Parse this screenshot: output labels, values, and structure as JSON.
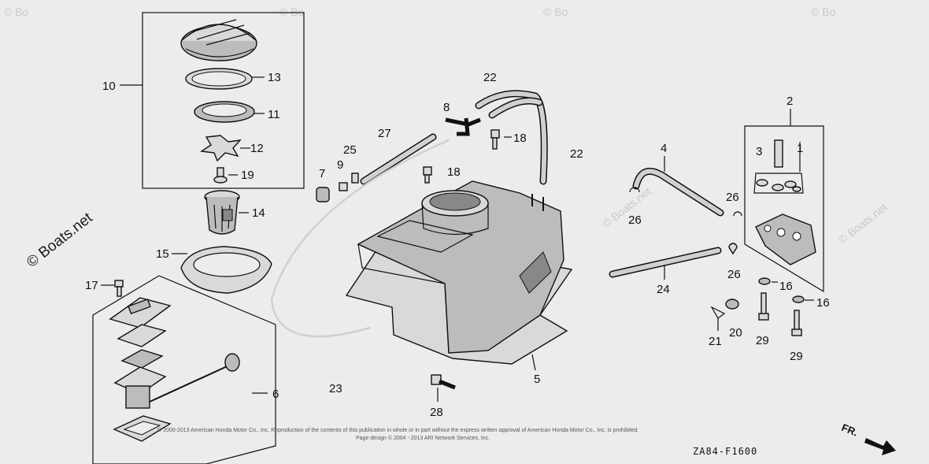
{
  "watermarks": {
    "side": "© Boats.net",
    "right": "© Boats.net",
    "top_repeat": "© Bo"
  },
  "copyright_line1": "© 2000-2013 American Honda Motor Co., Inc. Reproduction of the contents of this publication in whole or in part without the express written approval of American Honda Motor Co., Inc. is prohibited.",
  "copyright_line2": "Page design © 2004 - 2013 ARI Network Services, Inc.",
  "diagram_code": "ZA84-F1600",
  "front_label": "FR.",
  "callouts": {
    "c1": "1",
    "c2": "2",
    "c3": "3",
    "c4": "4",
    "c5": "5",
    "c6": "6",
    "c7": "7",
    "c8": "8",
    "c9": "9",
    "c10": "10",
    "c11": "11",
    "c12": "12",
    "c13": "13",
    "c14": "14",
    "c15": "15",
    "c16a": "16",
    "c16b": "16",
    "c17": "17",
    "c18a": "18",
    "c18b": "18",
    "c19": "19",
    "c20": "20",
    "c21": "21",
    "c22a": "22",
    "c22b": "22",
    "c23": "23",
    "c24": "24",
    "c25": "25",
    "c26a": "26",
    "c26b": "26",
    "c26c": "26",
    "c27": "27",
    "c28": "28",
    "c29a": "29",
    "c29b": "29"
  }
}
